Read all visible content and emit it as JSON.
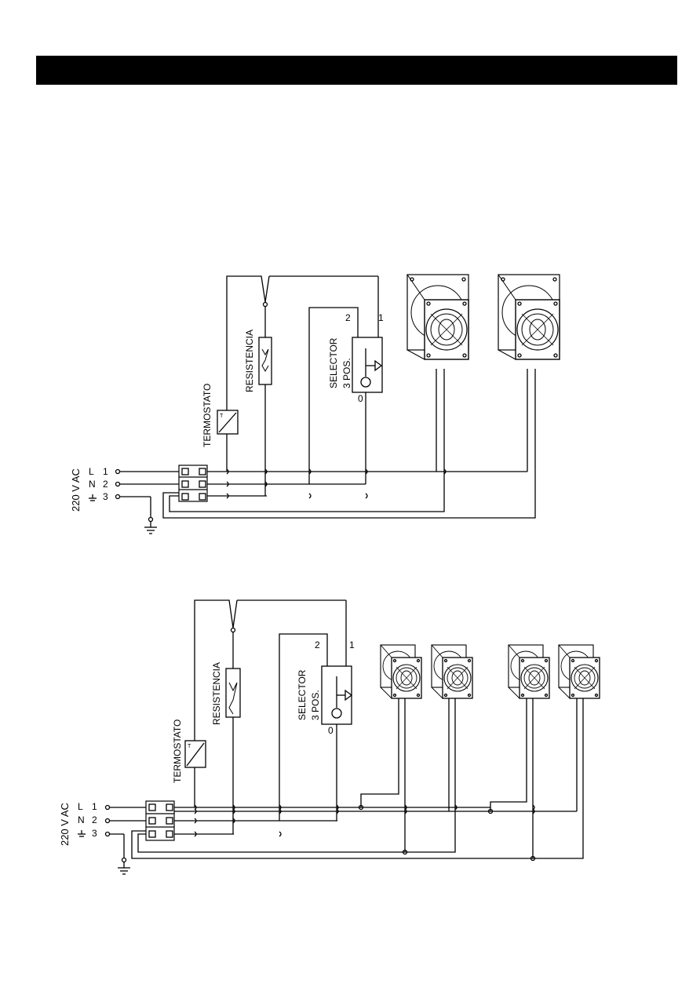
{
  "header": {
    "title": ""
  },
  "diagram1": {
    "supply": "220  V  AC",
    "terminals": [
      {
        "name": "L",
        "num": "1"
      },
      {
        "name": "N",
        "num": "2"
      },
      {
        "name": "⏚",
        "num": "3"
      }
    ],
    "thermostat_label": "TERMOSTATO",
    "thermostat_mark": "T",
    "heater_label": "RESISTENCIA",
    "selector_label": "SELECTOR",
    "selector_sub": "3  POS.",
    "selector_pos_1": "1",
    "selector_pos_2": "2",
    "selector_pos_0": "0"
  },
  "diagram2": {
    "supply": "220  V  AC",
    "terminals": [
      {
        "name": "L",
        "num": "1"
      },
      {
        "name": "N",
        "num": "2"
      },
      {
        "name": "⏚",
        "num": "3"
      }
    ],
    "thermostat_label": "TERMOSTATO",
    "thermostat_mark": "T",
    "heater_label": "RESISTENCIA",
    "selector_label": "SELECTOR",
    "selector_sub": "3  POS.",
    "selector_pos_1": "1",
    "selector_pos_2": "2",
    "selector_pos_0": "0"
  },
  "colors": {
    "line": "#000000",
    "header": "#000000",
    "background": "#ffffff"
  },
  "icons": [
    "fan-icon",
    "ground-icon",
    "thermostat-icon",
    "heater-icon",
    "selector-switch-icon",
    "terminal-block-icon"
  ]
}
